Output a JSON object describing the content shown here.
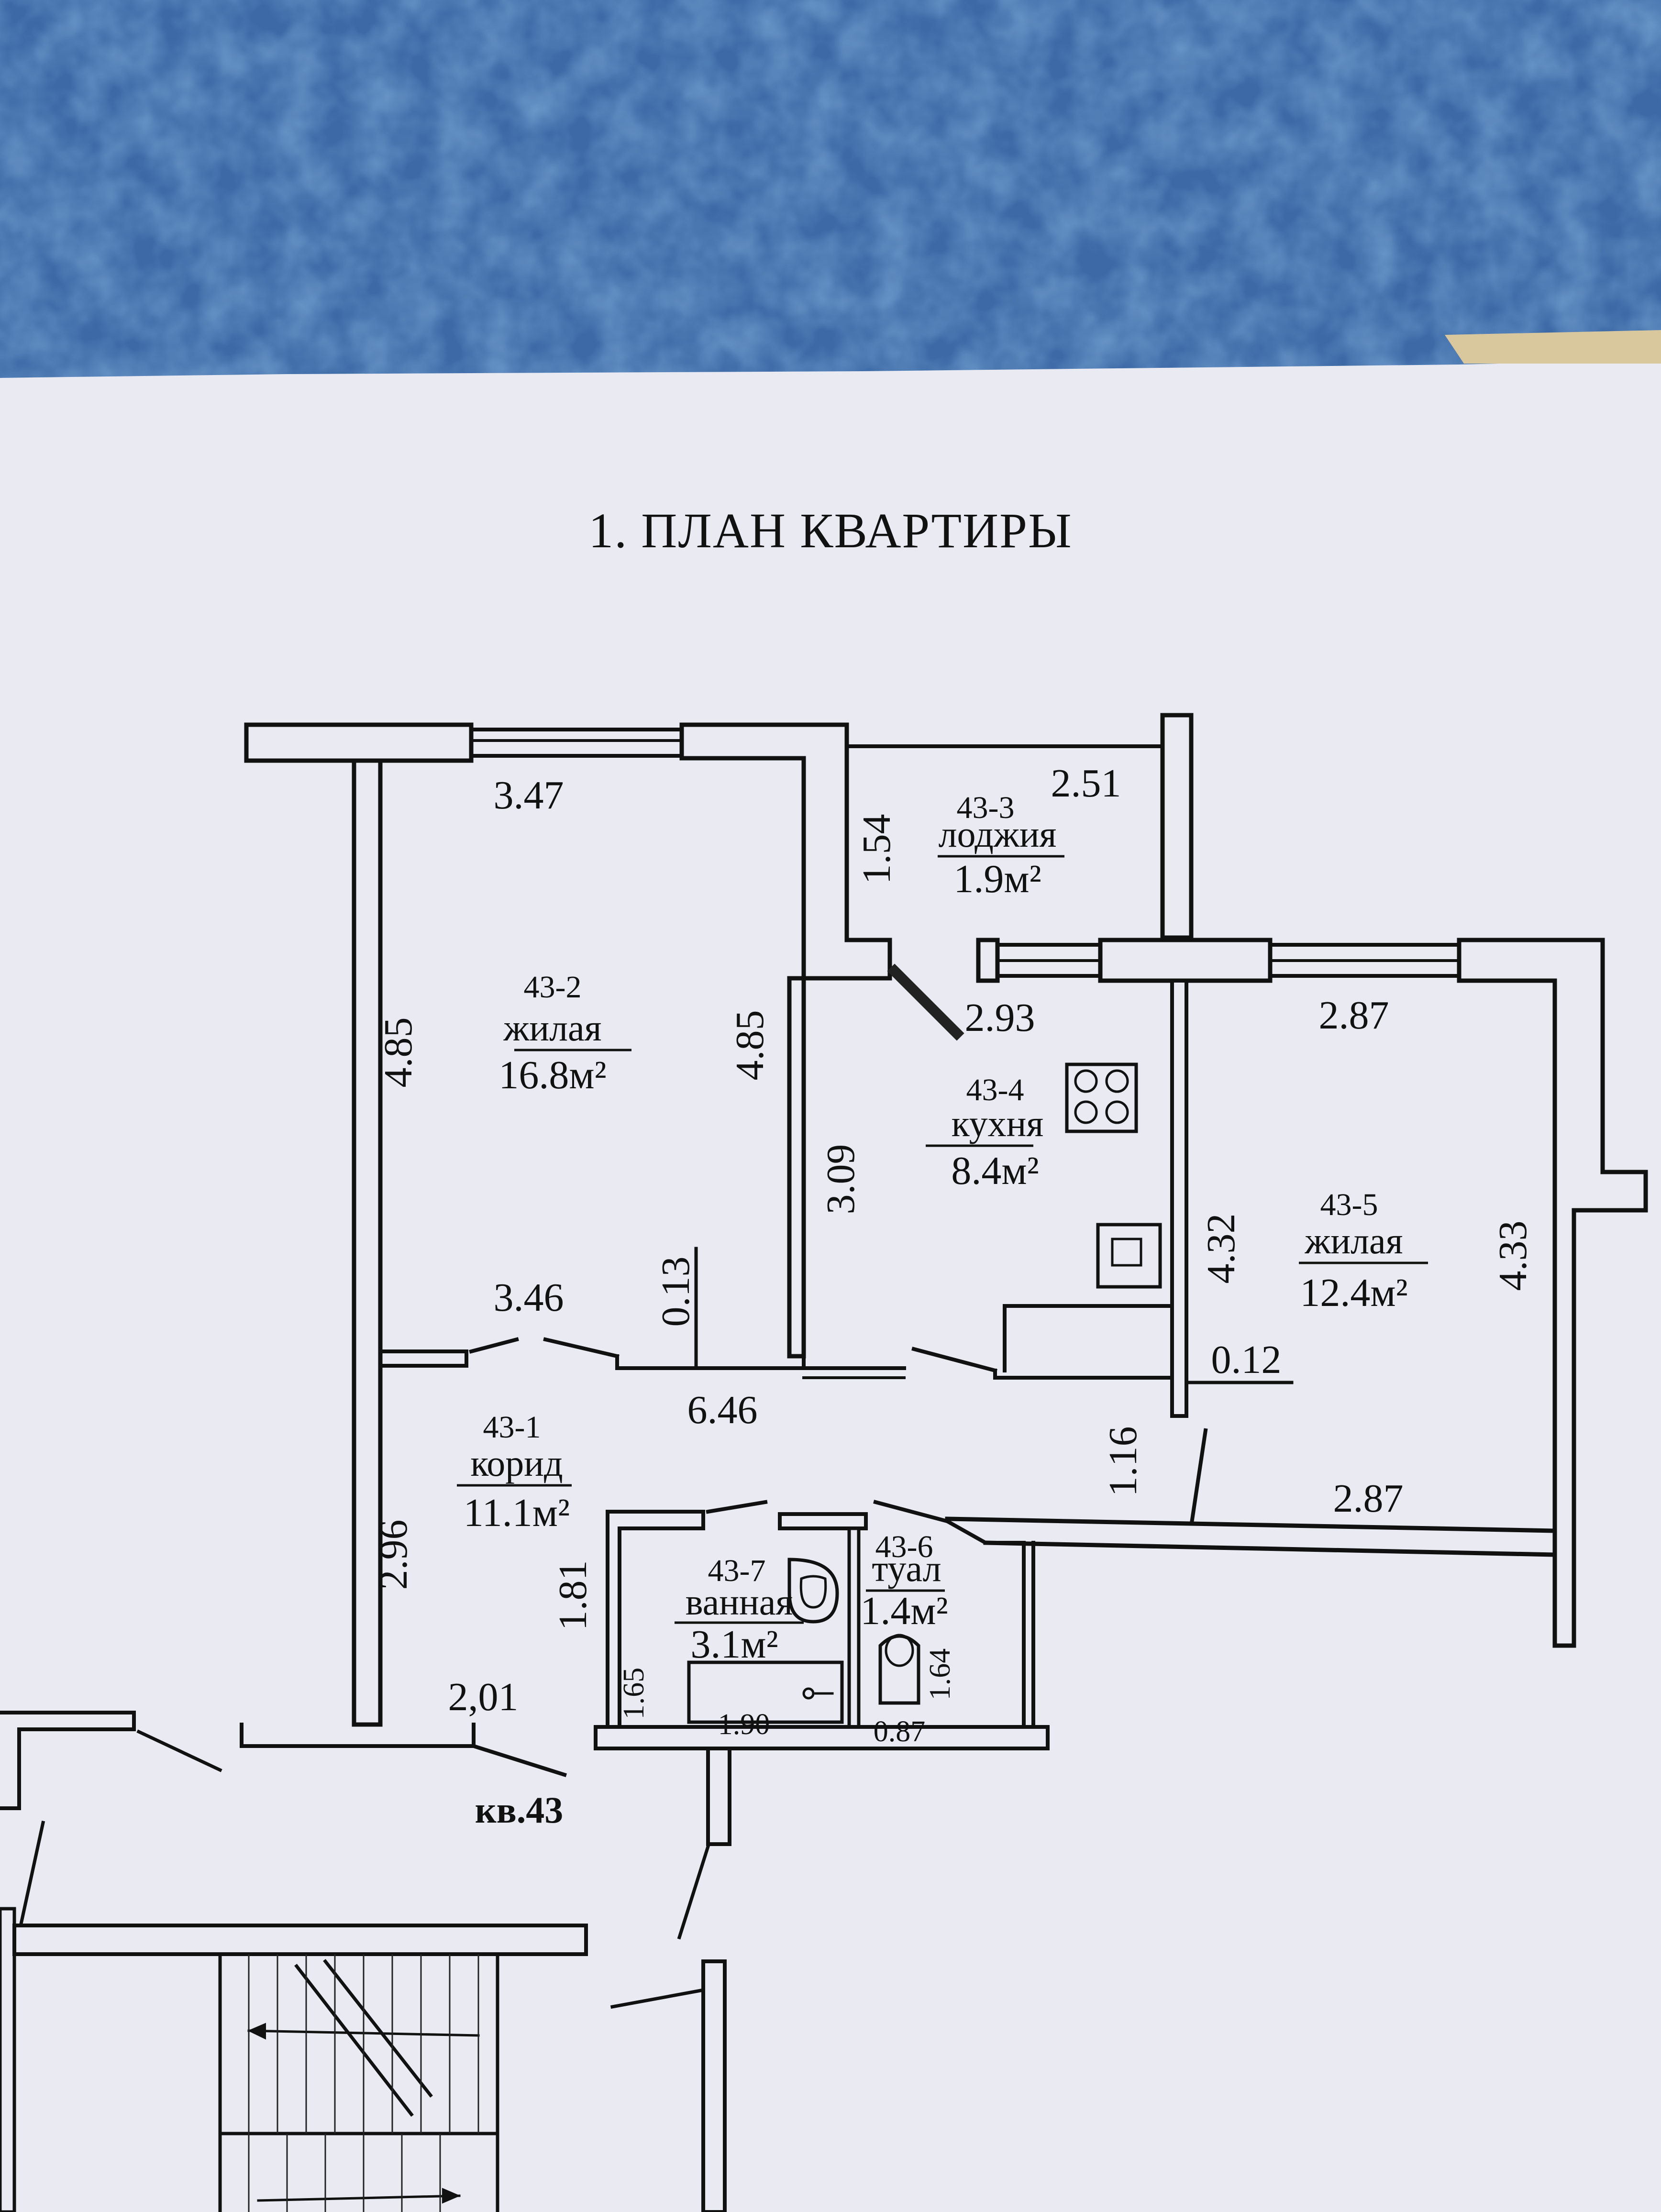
{
  "plan_title": "1. ПЛАН КВАРТИРЫ",
  "apartment_label": "кв.43",
  "rooms": [
    {
      "id": "43-1",
      "name": "корид",
      "area": "11.1м²"
    },
    {
      "id": "43-2",
      "name": "жилая",
      "area": "16.8м²"
    },
    {
      "id": "43-3",
      "name": "лоджия",
      "area": "1.9м²"
    },
    {
      "id": "43-4",
      "name": "кухня",
      "area": "8.4м²"
    },
    {
      "id": "43-5",
      "name": "жилая",
      "area": "12.4м²"
    },
    {
      "id": "43-6",
      "name": "туал",
      "area": "1.4м²"
    },
    {
      "id": "43-7",
      "name": "ванная",
      "area": "3.1м²"
    }
  ],
  "dimensions": {
    "room2_top": "3.47",
    "room2_left": "4.85",
    "room2_right": "4.85",
    "room2_bottom": "3.46",
    "wall_0_13": "0.13",
    "loggia_top": "2.51",
    "loggia_left": "1.54",
    "kitchen_top": "2.93",
    "kitchen_left": "3.09",
    "kitchen_right": "4.32",
    "wall_0_12": "0.12",
    "room5_top": "2.87",
    "room5_right": "4.33",
    "room5_bottom": "2.87",
    "corridor_top": "6.46",
    "corridor_left": "2.96",
    "corridor_bottom": "2,01",
    "door_1_16": "1.16",
    "bath_left": "1.81",
    "bath_inner": "1.65",
    "bath_tub": "1.90",
    "toilet_right": "1.64",
    "toilet_bottom": "0.87"
  }
}
